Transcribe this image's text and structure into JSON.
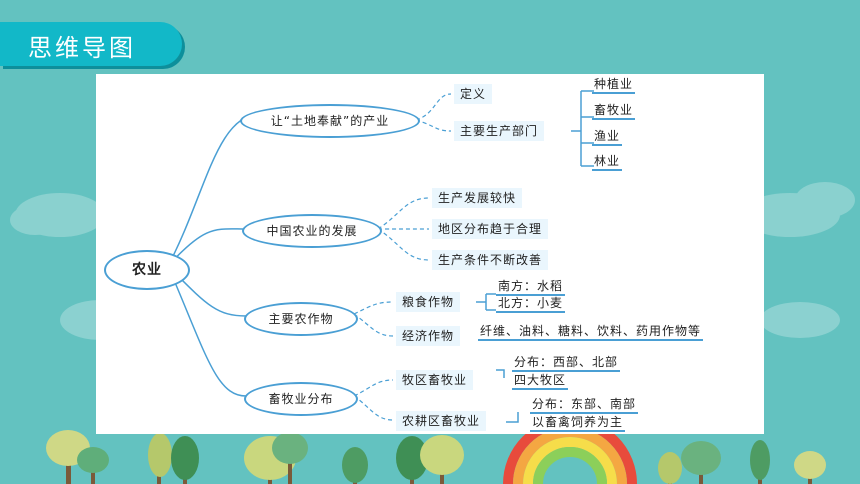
{
  "header": {
    "title": "思维导图"
  },
  "mindmap": {
    "root": "农业",
    "b1": {
      "label": "让“土地奉献”的产业",
      "children": [
        "定义",
        "主要生产部门"
      ],
      "sectors": [
        "种植业",
        "畜牧业",
        "渔业",
        "林业"
      ]
    },
    "b2": {
      "label": "中国农业的发展",
      "children": [
        "生产发展较快",
        "地区分布趋于合理",
        "生产条件不断改善"
      ]
    },
    "b3": {
      "label": "主要农作物",
      "grain": "粮食作物",
      "grain_south": "南方：水稻",
      "grain_north": "北方：小麦",
      "cash": "经济作物",
      "cash_detail": "纤维、油料、糖料、饮料、药用作物等"
    },
    "b4": {
      "label": "畜牧业分布",
      "pastoral": "牧区畜牧业",
      "pastoral_dist": "分布：西部、北部",
      "pastoral_areas": "四大牧区",
      "farming": "农耕区畜牧业",
      "farming_dist": "分布：东部、南部",
      "farming_mode": "以畜禽饲养为主"
    }
  },
  "colors": {
    "background": "#63c2c0",
    "title_bg": "#12b8c8",
    "line": "#4a9fd4",
    "box_bg": "#eaf6fd"
  }
}
